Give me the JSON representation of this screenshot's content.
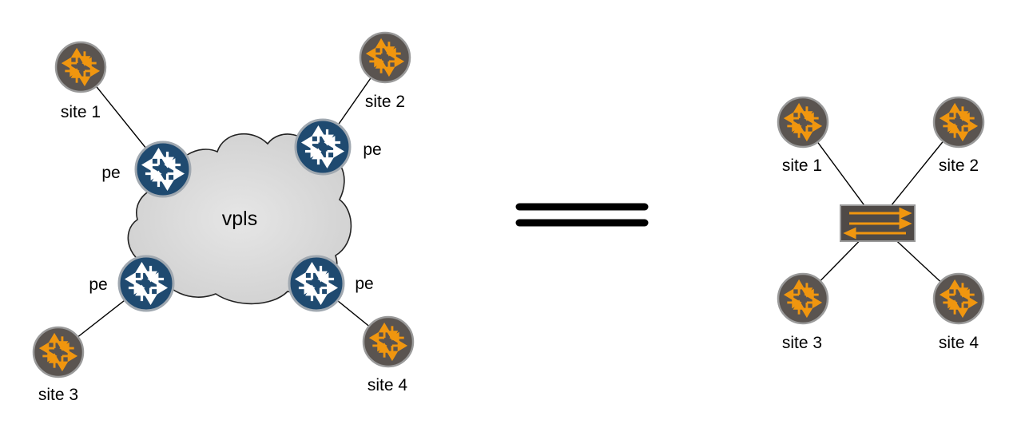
{
  "left": {
    "cloud_label": "vpls",
    "sites": [
      {
        "id": "site1",
        "label": "site 1"
      },
      {
        "id": "site2",
        "label": "site 2"
      },
      {
        "id": "site3",
        "label": "site 3"
      },
      {
        "id": "site4",
        "label": "site 4"
      }
    ],
    "pe_routers": [
      {
        "id": "pe1",
        "label": "pe"
      },
      {
        "id": "pe2",
        "label": "pe"
      },
      {
        "id": "pe3",
        "label": "pe"
      },
      {
        "id": "pe4",
        "label": "pe"
      }
    ]
  },
  "right": {
    "sites": [
      {
        "id": "site1",
        "label": "site 1"
      },
      {
        "id": "site2",
        "label": "site 2"
      },
      {
        "id": "site3",
        "label": "site 3"
      },
      {
        "id": "site4",
        "label": "site 4"
      }
    ]
  },
  "colors": {
    "site_fill": "#5a5450",
    "site_arrows": "#f0960f",
    "pe_fill": "#1f4a70",
    "pe_arrows": "#ffffff",
    "switch_fill": "#4f4a47",
    "cloud_fill": "#dcdcdc",
    "cloud_stroke": "#222222",
    "equals_color": "#000000"
  }
}
